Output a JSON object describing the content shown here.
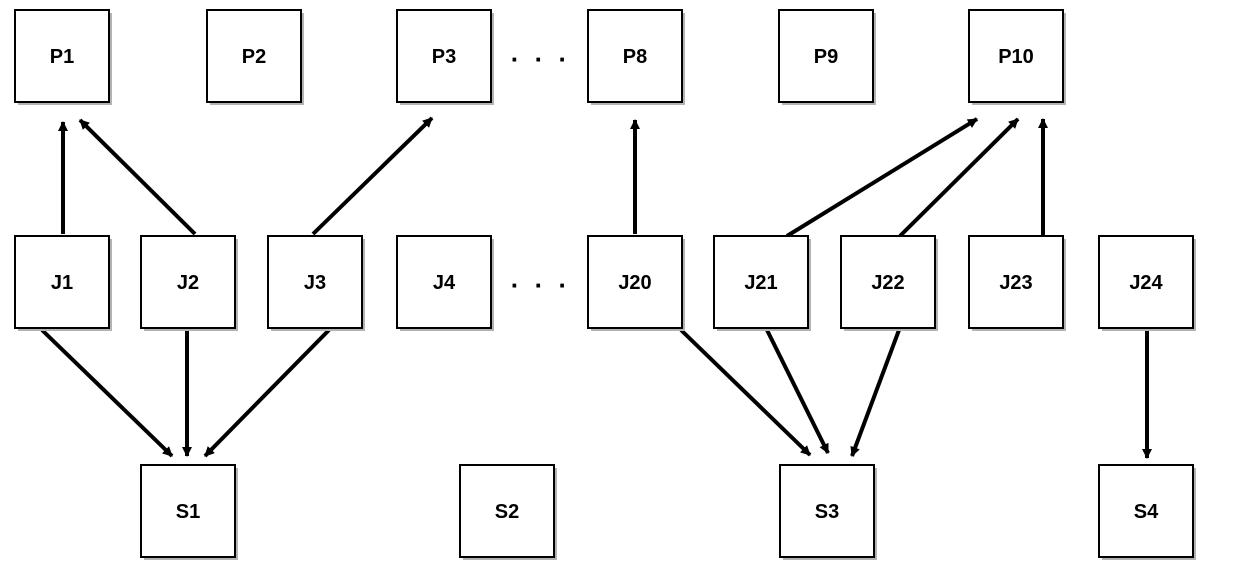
{
  "nodes": [
    {
      "id": "P1",
      "label": "P1"
    },
    {
      "id": "P2",
      "label": "P2"
    },
    {
      "id": "P3",
      "label": "P3"
    },
    {
      "id": "P8",
      "label": "P8"
    },
    {
      "id": "P9",
      "label": "P9"
    },
    {
      "id": "P10",
      "label": "P10"
    },
    {
      "id": "J1",
      "label": "J1"
    },
    {
      "id": "J2",
      "label": "J2"
    },
    {
      "id": "J3",
      "label": "J3"
    },
    {
      "id": "J4",
      "label": "J4"
    },
    {
      "id": "J20",
      "label": "J20"
    },
    {
      "id": "J21",
      "label": "J21"
    },
    {
      "id": "J22",
      "label": "J22"
    },
    {
      "id": "J23",
      "label": "J23"
    },
    {
      "id": "J24",
      "label": "J24"
    },
    {
      "id": "S1",
      "label": "S1"
    },
    {
      "id": "S2",
      "label": "S2"
    },
    {
      "id": "S3",
      "label": "S3"
    },
    {
      "id": "S4",
      "label": "S4"
    }
  ],
  "edges": [
    {
      "from": "J1",
      "to": "P1"
    },
    {
      "from": "J2",
      "to": "P1"
    },
    {
      "from": "J3",
      "to": "P3"
    },
    {
      "from": "J20",
      "to": "P8"
    },
    {
      "from": "J21",
      "to": "P10"
    },
    {
      "from": "J22",
      "to": "P10"
    },
    {
      "from": "J23",
      "to": "P10"
    },
    {
      "from": "J1",
      "to": "S1"
    },
    {
      "from": "J2",
      "to": "S1"
    },
    {
      "from": "J3",
      "to": "S1"
    },
    {
      "from": "J20",
      "to": "S3"
    },
    {
      "from": "J21",
      "to": "S3"
    },
    {
      "from": "J22",
      "to": "S3"
    },
    {
      "from": "J24",
      "to": "S4"
    }
  ],
  "ellipses": [
    {
      "id": "top-row-ellipsis",
      "text": "· · ·"
    },
    {
      "id": "middle-row-ellipsis",
      "text": "· · ·"
    }
  ],
  "colors": {
    "stroke": "#000000",
    "fill": "#ffffff",
    "shadow": "#b3b3b3"
  }
}
